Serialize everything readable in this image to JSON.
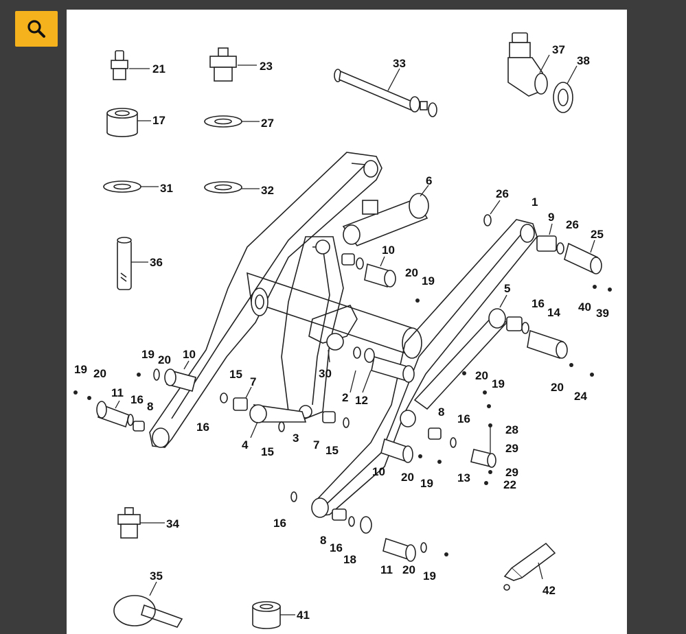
{
  "toolbar": {
    "zoom_icon": "magnifier-icon",
    "accent": "#f5b21c"
  },
  "diagram": {
    "labels": [
      "21",
      "23",
      "33",
      "37",
      "38",
      "17",
      "27",
      "31",
      "32",
      "6",
      "26",
      "1",
      "9",
      "26",
      "25",
      "36",
      "10",
      "20",
      "19",
      "5",
      "16",
      "14",
      "40",
      "39",
      "19",
      "20",
      "10",
      "19",
      "20",
      "30",
      "15",
      "7",
      "20",
      "19",
      "20",
      "24",
      "11",
      "16",
      "8",
      "2",
      "12",
      "16",
      "4",
      "15",
      "3",
      "7",
      "15",
      "8",
      "16",
      "28",
      "29",
      "10",
      "20",
      "19",
      "13",
      "29",
      "22",
      "34",
      "16",
      "8",
      "16",
      "18",
      "11",
      "20",
      "19",
      "42",
      "35",
      "41"
    ]
  }
}
